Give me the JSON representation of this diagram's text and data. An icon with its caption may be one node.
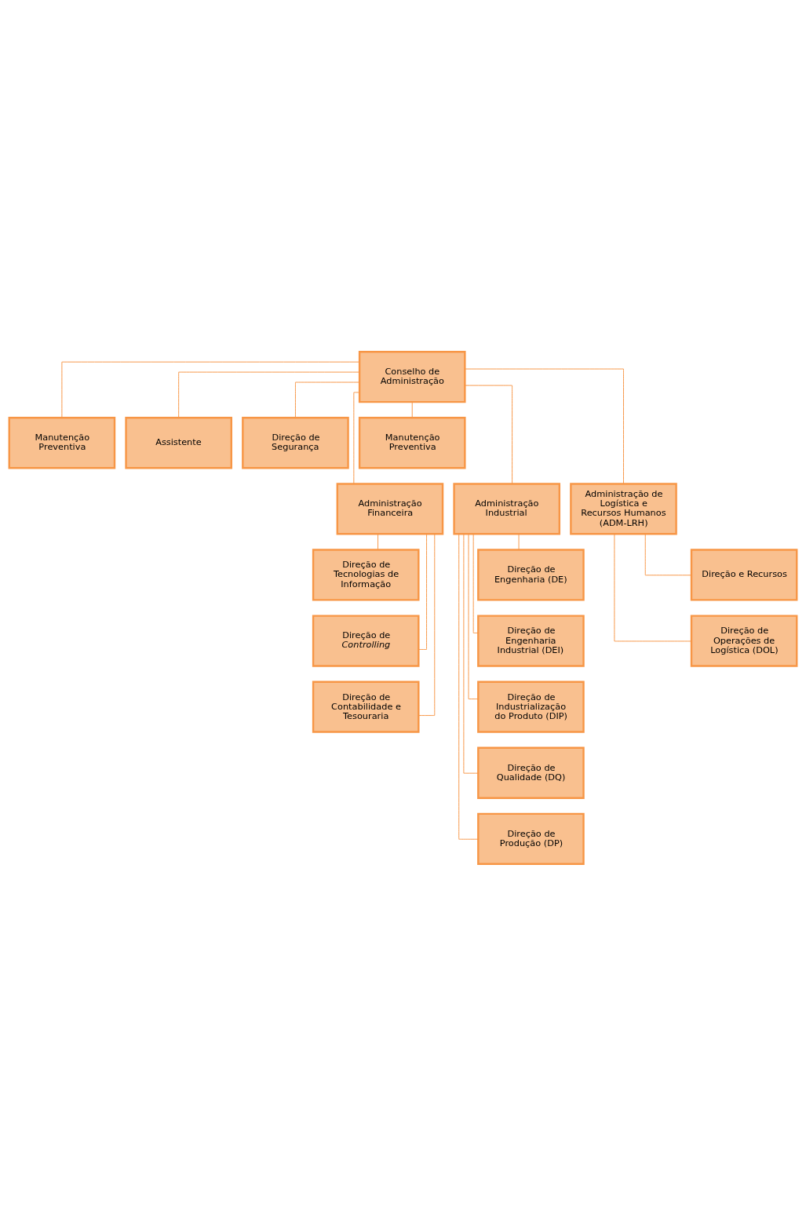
{
  "diagram": {
    "nodes": [
      {
        "text": [
          "Conselho de Administração"
        ]
      },
      {
        "text": [
          "Manutenção Preventiva"
        ]
      },
      {
        "text": [
          "Assistente"
        ]
      },
      {
        "text": [
          "Direção de Segurança"
        ]
      },
      {
        "text": [
          "Manutenção Preventiva"
        ]
      },
      {
        "text": [
          "Administração Financeira"
        ]
      },
      {
        "text": [
          "Administração Industrial"
        ]
      },
      {
        "text": [
          "Administração de Logística e Recursos Humanos (ADM-LRH)"
        ]
      },
      {
        "text": [
          "Direção de Tecnologias de Informação"
        ]
      },
      {
        "text": [
          "Direção de *Controlling*"
        ]
      },
      {
        "text": [
          "Direção de Contabilidade e Tesouraria"
        ]
      },
      {
        "text": [
          "Direção de Engenharia (DE)"
        ]
      },
      {
        "text": [
          "Direção de Engenharia Industrial (DEI)"
        ]
      },
      {
        "text": [
          "Direção de Industrialização do Produto (DIP)"
        ]
      },
      {
        "text": [
          "Direção de Qualidade (DQ)"
        ]
      },
      {
        "text": [
          "Direção de Produção (DP)"
        ]
      },
      {
        "text": [
          "Direção e Recursos"
        ]
      },
      {
        "text": [
          "Direção de Operações de Logística (DOL)"
        ]
      }
    ],
    "edges": [
      {
        "from": 0,
        "to": 1,
        "arrow": "none"
      },
      {
        "from": 0,
        "to": 2,
        "arrow": "none"
      },
      {
        "from": 0,
        "to": 3,
        "arrow": "none"
      },
      {
        "from": 0,
        "to": 4,
        "arrow": "none"
      },
      {
        "from": 0,
        "to": 5,
        "arrow": "none"
      },
      {
        "from": 0,
        "to": 6,
        "arrow": "none"
      },
      {
        "from": 0,
        "to": 7,
        "arrow": "none"
      },
      {
        "from": 5,
        "to": 8,
        "arrow": "none"
      },
      {
        "from": 5,
        "to": 9,
        "arrow": "none"
      },
      {
        "from": 5,
        "to": 10,
        "arrow": "none"
      },
      {
        "from": 6,
        "to": 11,
        "arrow": "none"
      },
      {
        "from": 6,
        "to": 12,
        "arrow": "none"
      },
      {
        "from": 6,
        "to": 13,
        "arrow": "none"
      },
      {
        "from": 6,
        "to": 14,
        "arrow": "none"
      },
      {
        "from": 6,
        "to": 15,
        "arrow": "none"
      },
      {
        "from": 7,
        "to": 16,
        "arrow": "none"
      },
      {
        "from": 7,
        "to": 17,
        "arrow": "none"
      }
    ]
  }
}
